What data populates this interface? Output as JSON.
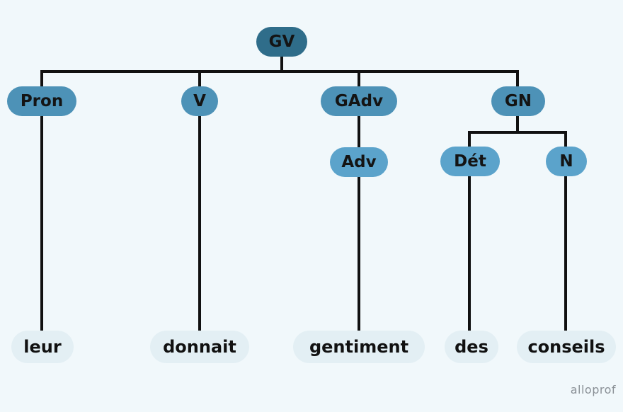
{
  "tree": {
    "root": "GV",
    "pron": "Pron",
    "v": "V",
    "gadv": "GAdv",
    "gn": "GN",
    "adv": "Adv",
    "det": "Dét",
    "n": "N"
  },
  "words": {
    "leur": "leur",
    "donnait": "donnait",
    "gentiment": "gentiment",
    "des": "des",
    "conseils": "conseils"
  },
  "logo": "alloprof",
  "colors": {
    "background": "#f1f8fb",
    "root_node": "#2f6d8a",
    "level1_node": "#4d92b7",
    "level2_node": "#5ba3cb",
    "word_box": "#e3eff4",
    "line": "#111111"
  }
}
